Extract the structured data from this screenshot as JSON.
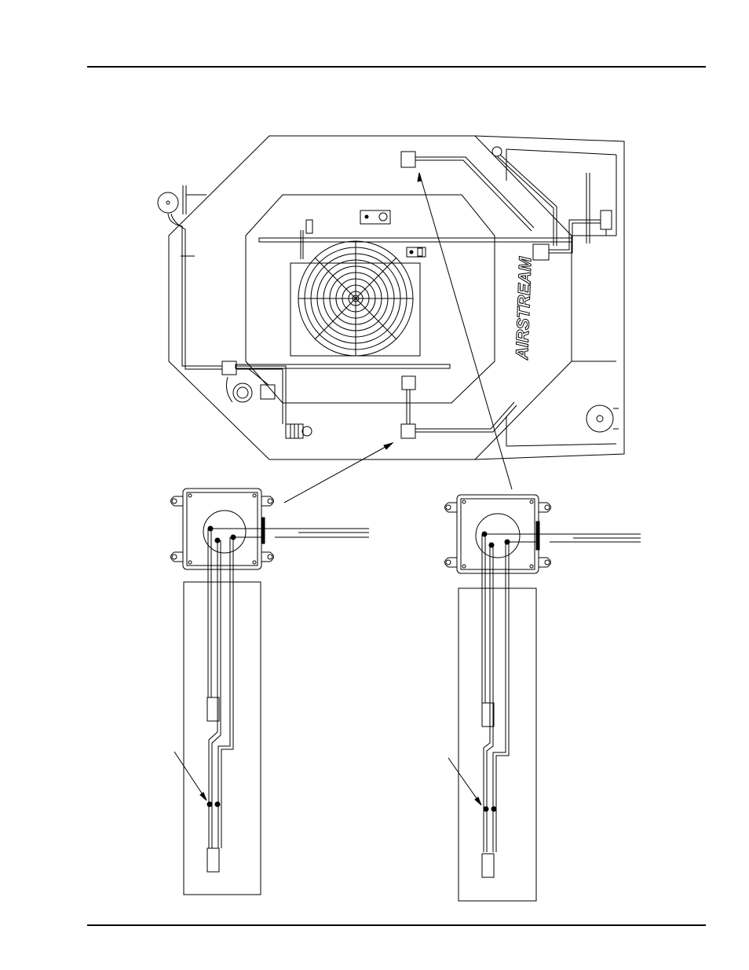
{
  "page": {
    "header_rule": "top",
    "footer_rule": "bottom"
  },
  "diagram": {
    "brand_logo_text": "AIRSTREAM",
    "colors": {
      "line": "#000000",
      "background": "#ffffff"
    }
  }
}
